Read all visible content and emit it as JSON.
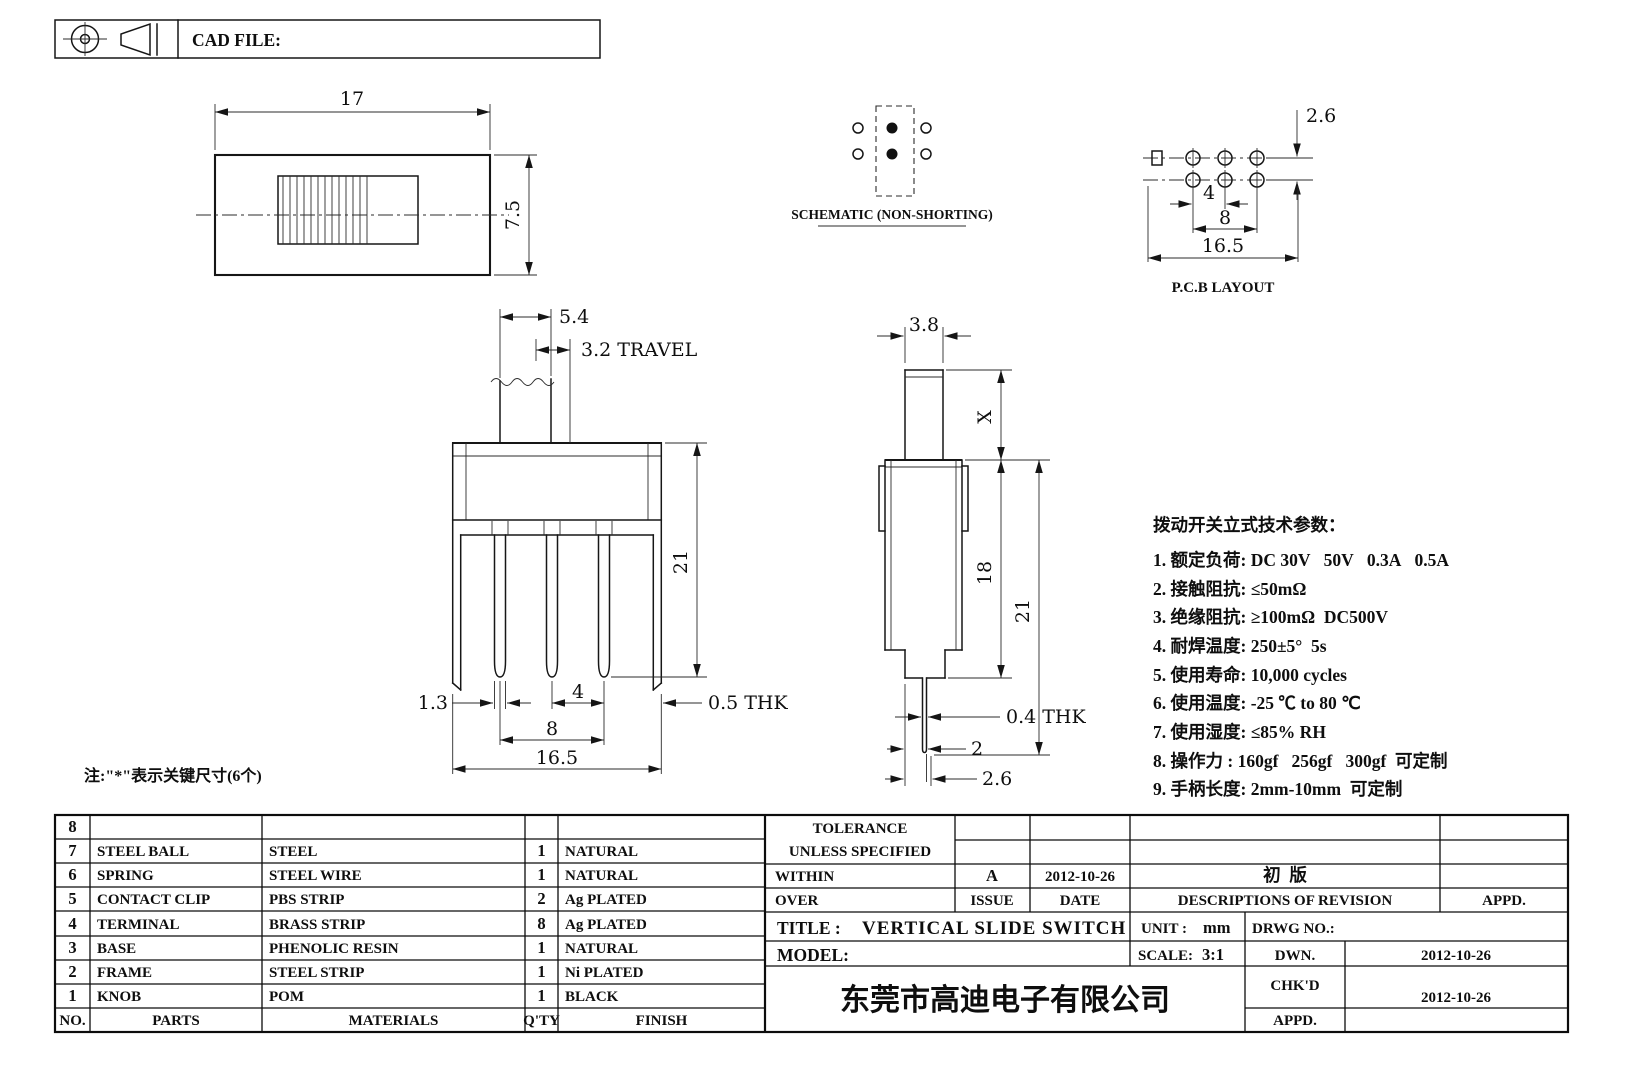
{
  "header": {
    "cad_file": "CAD FILE:"
  },
  "views": {
    "top": {
      "dim_width": "17",
      "dim_height": "7.5"
    },
    "schematic": {
      "label": "SCHEMATIC (NON-SHORTING)"
    },
    "pcb": {
      "label": "P.C.B LAYOUT",
      "dim_pitch": "2.6",
      "dim_4": "4",
      "dim_8": "8",
      "dim_16_5": "16.5"
    },
    "front": {
      "dim_5_4": "5.4",
      "dim_travel": "3.2 TRAVEL",
      "dim_21": "21",
      "dim_1_3": "1.3",
      "dim_4": "4",
      "dim_8": "8",
      "dim_16_5": "16.5",
      "dim_thk": "0.5 THK"
    },
    "side": {
      "dim_3_8": "3.8",
      "dim_x": "X",
      "dim_18": "18",
      "dim_21": "21",
      "dim_thk": "0.4 THK",
      "dim_2": "2",
      "dim_2_6": "2.6"
    }
  },
  "note": "注:\"*\"表示关键尺寸(6个)",
  "tech": {
    "title": "拨动开关立式技术参数：",
    "items": [
      "1. 额定负荷: DC 30V   50V   0.3A   0.5A",
      "2. 接触阻抗: ≤50mΩ",
      "3. 绝缘阻抗: ≥100mΩ  DC500V",
      "4. 耐焊温度: 250±5°  5s",
      "5. 使用寿命: 10,000 cycles",
      "6. 使用温度: -25 ℃ to 80 ℃",
      "7. 使用湿度: ≤85% RH",
      "8. 操作力 : 160gf   256gf   300gf  可定制",
      "9. 手柄长度: 2mm-10mm  可定制"
    ]
  },
  "bom": {
    "rows": [
      {
        "no": "8",
        "parts": "",
        "materials": "",
        "qty": "",
        "finish": ""
      },
      {
        "no": "7",
        "parts": "STEEL BALL",
        "materials": "STEEL",
        "qty": "1",
        "finish": "NATURAL"
      },
      {
        "no": "6",
        "parts": "SPRING",
        "materials": "STEEL WIRE",
        "qty": "1",
        "finish": "NATURAL"
      },
      {
        "no": "5",
        "parts": "CONTACT CLIP",
        "materials": "PBS STRIP",
        "qty": "2",
        "finish": "Ag PLATED"
      },
      {
        "no": "4",
        "parts": "TERMINAL",
        "materials": "BRASS STRIP",
        "qty": "8",
        "finish": "Ag PLATED"
      },
      {
        "no": "3",
        "parts": "BASE",
        "materials": "PHENOLIC RESIN",
        "qty": "1",
        "finish": "NATURAL"
      },
      {
        "no": "2",
        "parts": "FRAME",
        "materials": "STEEL STRIP",
        "qty": "1",
        "finish": "Ni PLATED"
      },
      {
        "no": "1",
        "parts": "KNOB",
        "materials": "POM",
        "qty": "1",
        "finish": "BLACK"
      }
    ],
    "footer": {
      "no": "NO.",
      "parts": "PARTS",
      "materials": "MATERIALS",
      "qty": "Q'TY",
      "finish": "FINISH"
    }
  },
  "title_block": {
    "tolerance_1": "TOLERANCE",
    "tolerance_2": "UNLESS SPECIFIED",
    "within": "WITHIN",
    "over": "OVER",
    "rev_issue": "A",
    "rev_date": "2012-10-26",
    "rev_desc": "初  版",
    "col_issue": "ISSUE",
    "col_date": "DATE",
    "col_desc": "DESCRIPTIONS OF REVISION",
    "col_appd": "APPD.",
    "title_label": "TITLE :",
    "title_value": "VERTICAL SLIDE SWITCH",
    "unit_label": "UNIT :",
    "unit_value": "mm",
    "drwg_label": "DRWG NO.:",
    "model_label": "MODEL:",
    "scale_label": "SCALE:",
    "scale_value": "3:1",
    "dwn_label": "DWN.",
    "dwn_date": "2012-10-26",
    "chkd_label": "CHK'D",
    "chkd_date": "2012-10-26",
    "appd_label": "APPD.",
    "company": "东莞市高迪电子有限公司"
  }
}
